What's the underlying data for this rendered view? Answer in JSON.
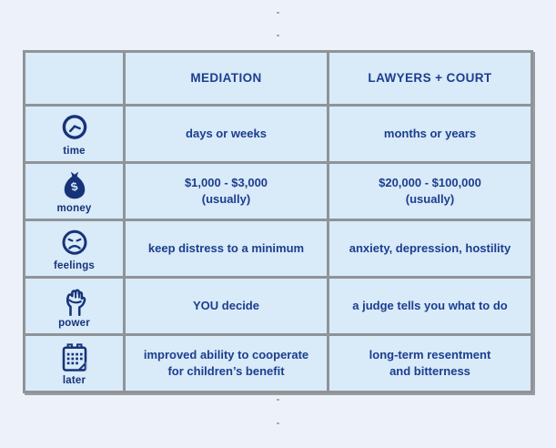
{
  "artifacts": {
    "dots_note": "four tiny gray specks centered horizontally above and below the table"
  },
  "table": {
    "corner_label": "",
    "columns": [
      {
        "label": "MEDIATION"
      },
      {
        "label": "LAWYERS + COURT"
      }
    ],
    "rows": [
      {
        "icon": "clock-icon",
        "label": "time",
        "mediation": "days or weeks",
        "court": "months or years"
      },
      {
        "icon": "money-bag-icon",
        "label": "money",
        "mediation": "$1,000 - $3,000\n(usually)",
        "court": "$20,000 - $100,000\n(usually)"
      },
      {
        "icon": "sad-face-icon",
        "label": "feelings",
        "mediation": "keep distress to a minimum",
        "court": "anxiety, depression, hostility"
      },
      {
        "icon": "raised-fist-icon",
        "label": "power",
        "mediation": "YOU decide",
        "court": "a judge tells you what to do"
      },
      {
        "icon": "calendar-icon",
        "label": "later",
        "mediation": "improved ability to cooperate\nfor children’s benefit",
        "court": "long-term resentment\nand bitterness"
      }
    ]
  },
  "colors": {
    "page_background": "#edf2fa",
    "cell_background": "#d9eaf8",
    "grid_border": "#8f9499",
    "text_navy": "#1b3e8f",
    "icon_navy": "#16337a"
  }
}
